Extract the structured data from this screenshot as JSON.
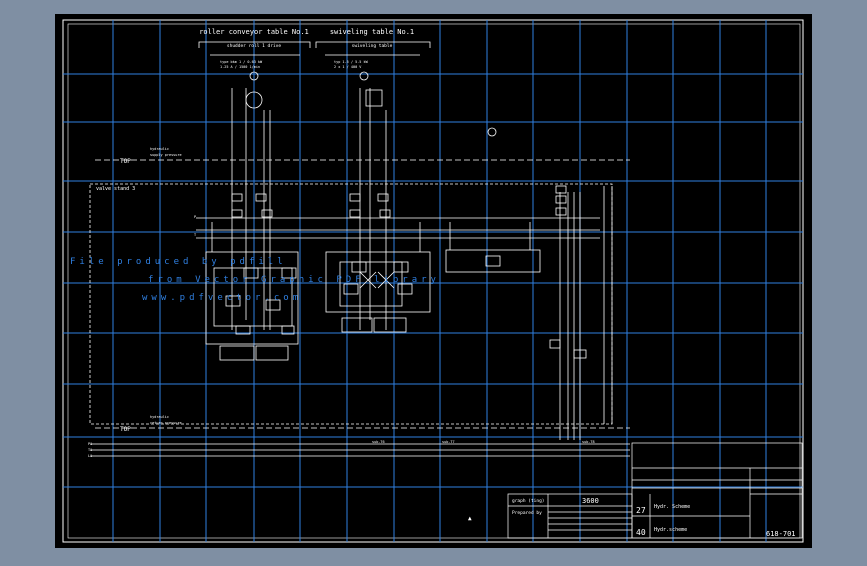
{
  "sheet": {
    "section_left": "roller conveyor table No.1",
    "section_right": "swiveling table No.1",
    "sub_left": "shudder roll 1 drive",
    "sub_right": "swiveling table",
    "valve_stand": "valve stand 3",
    "line_label_top": "TOP",
    "line_label_bottom": "TOP",
    "watermark_1": "File produced by pdfill",
    "watermark_2": "from Vector Graphic PDF library",
    "watermark_3": "www.pdfvector.com"
  },
  "title_block": {
    "cell_graph": "graph (ting)",
    "cell_number": "3600",
    "cell_prepared": "Prepared by",
    "num_27": "27",
    "num_40": "40",
    "title_1": "Hydr. Scheme",
    "title_2": "Hydr.scheme",
    "drawing_no": "618-701"
  },
  "colors": {
    "background": "#000000",
    "frame": "#7f8fa3",
    "grid": "#2f7fe0",
    "lines": "#ffffff"
  }
}
